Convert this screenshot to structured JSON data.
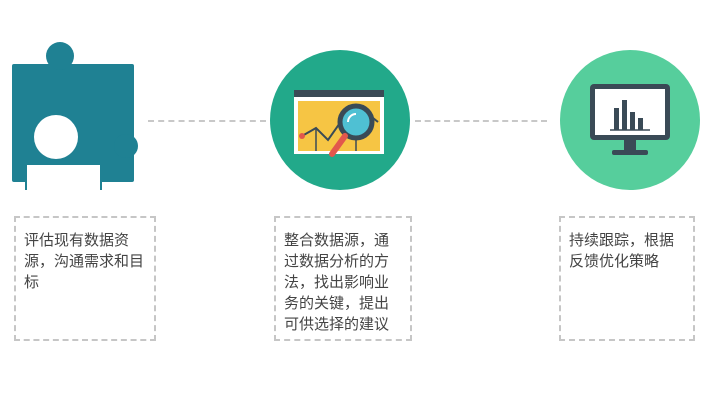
{
  "colors": {
    "puzzle": "#1f8193",
    "analysis_circle": "#22a98a",
    "monitor_circle": "#56ce9c",
    "dashed_border": "#c6c6c6",
    "text": "#444444"
  },
  "steps": [
    {
      "icon": "puzzle-person-icon",
      "text": "评估现有数据资源，沟通需求和目标"
    },
    {
      "icon": "chart-magnifier-icon",
      "text": "整合数据源，通过数据分析的方法，找出影响业务的关键，提出可供选择的建议"
    },
    {
      "icon": "monitor-bar-chart-icon",
      "text": "持续跟踪，根据反馈优化策略"
    }
  ]
}
